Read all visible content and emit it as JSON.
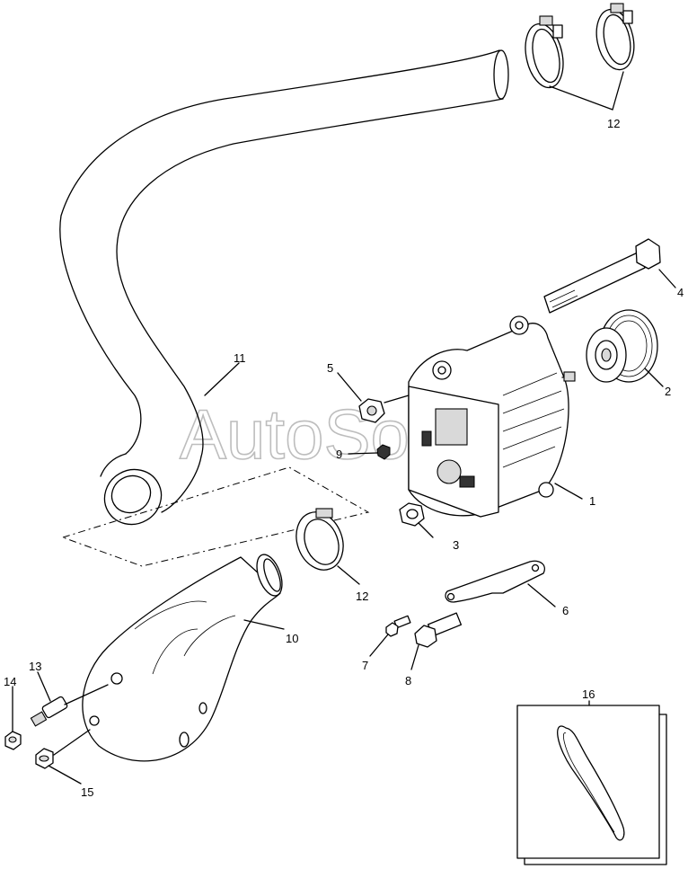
{
  "watermark": "AutoSoft",
  "callouts": [
    {
      "id": "c1",
      "label": "1"
    },
    {
      "id": "c2",
      "label": "2"
    },
    {
      "id": "c3",
      "label": "3"
    },
    {
      "id": "c4",
      "label": "4"
    },
    {
      "id": "c5",
      "label": "5"
    },
    {
      "id": "c6",
      "label": "6"
    },
    {
      "id": "c7",
      "label": "7"
    },
    {
      "id": "c8",
      "label": "8"
    },
    {
      "id": "c9",
      "label": "9"
    },
    {
      "id": "c10",
      "label": "10"
    },
    {
      "id": "c11",
      "label": "11"
    },
    {
      "id": "c12a",
      "label": "12"
    },
    {
      "id": "c12b",
      "label": "12"
    },
    {
      "id": "c13",
      "label": "13"
    },
    {
      "id": "c14",
      "label": "14"
    },
    {
      "id": "c15",
      "label": "15"
    },
    {
      "id": "c16",
      "label": "16"
    }
  ]
}
